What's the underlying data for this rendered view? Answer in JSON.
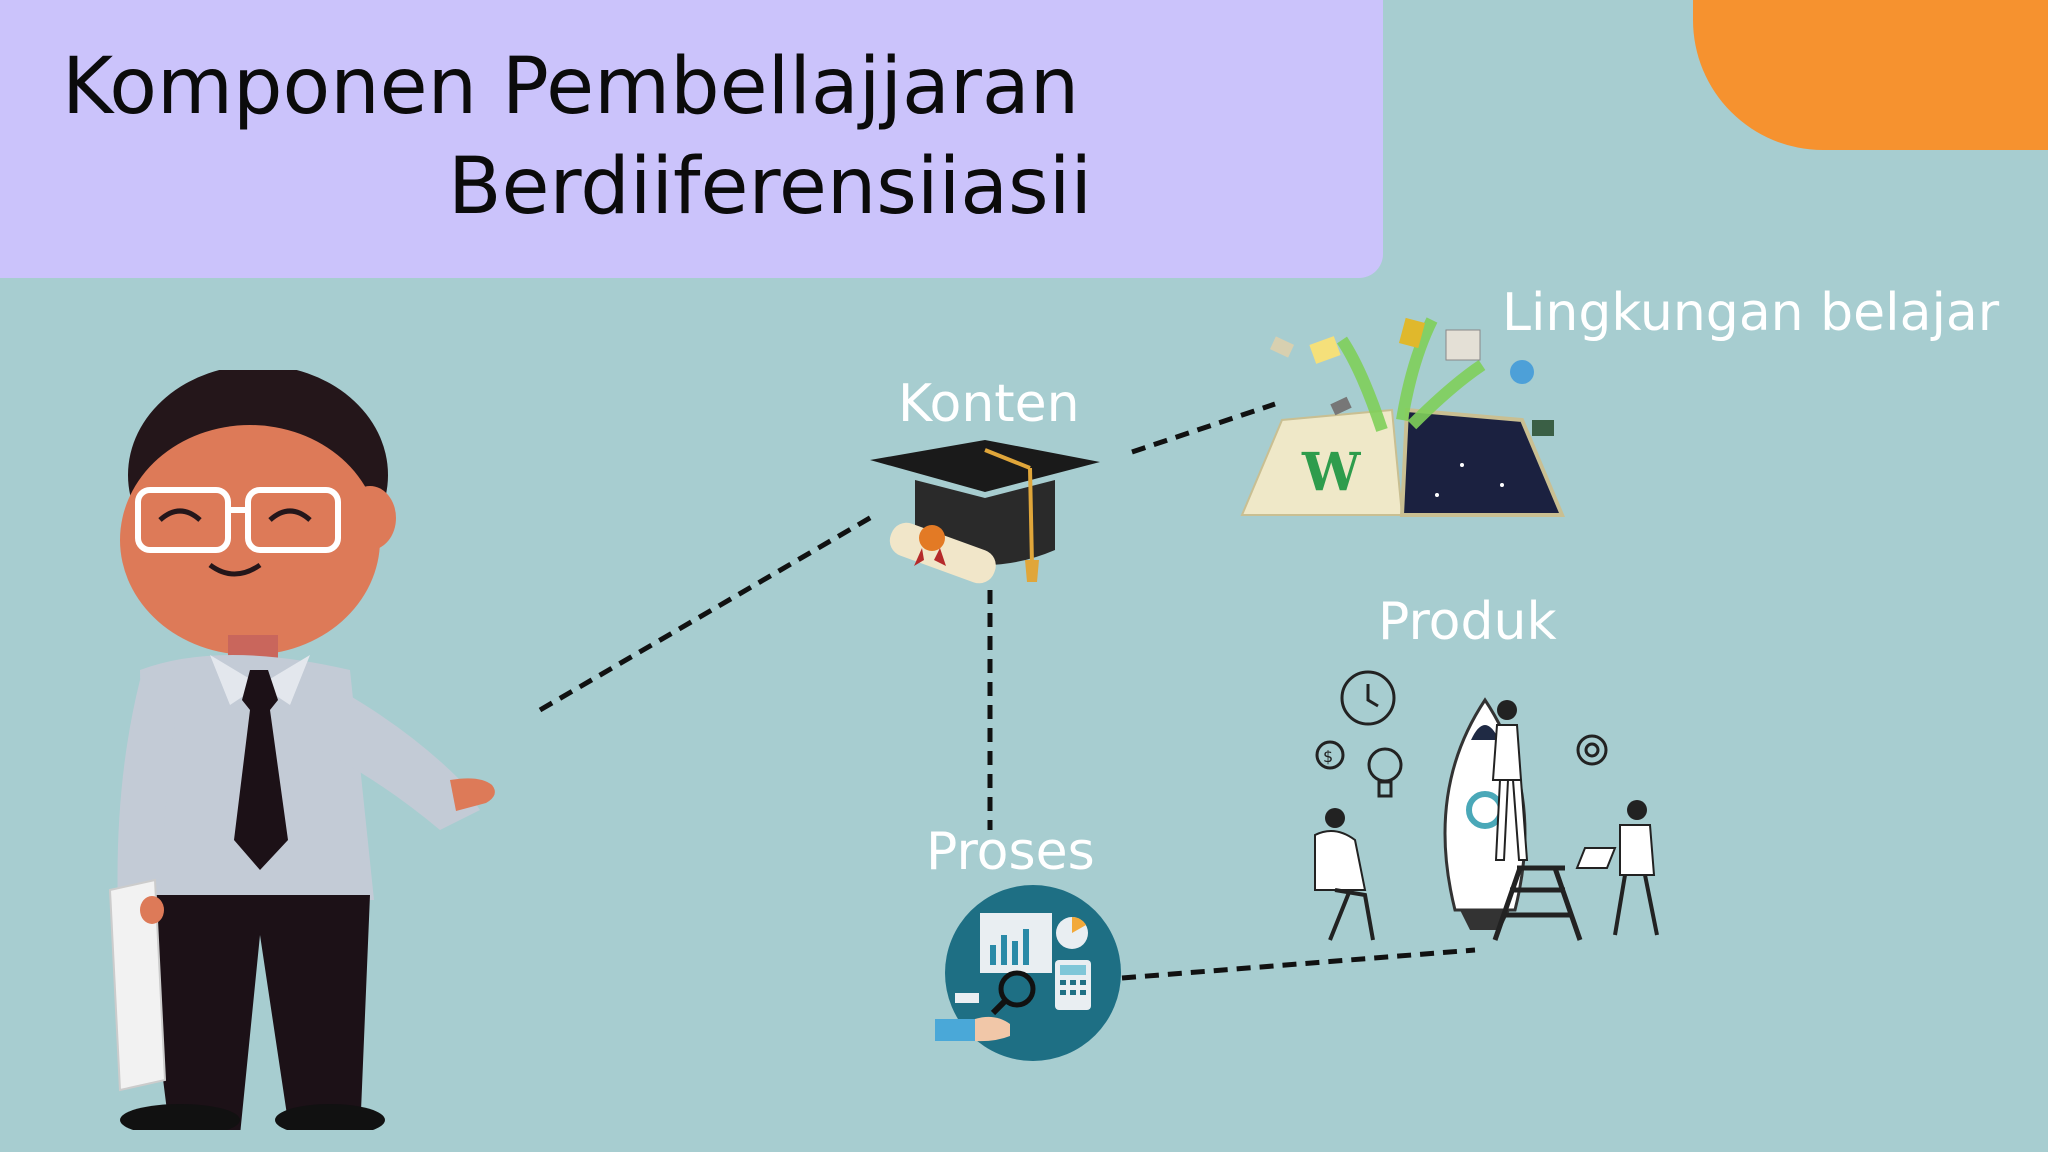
{
  "title": {
    "line1": "Komponen Pembellajjaran",
    "line2": "Berdiiferensiiasii"
  },
  "nodes": {
    "konten": "Konten",
    "lingkungan": "Lingkungan belajar",
    "produk": "Produk",
    "proses": "Proses"
  },
  "icons": [
    "teacher-figure",
    "graduation-cap-icon",
    "open-book-icon",
    "rocket-team-icon",
    "analytics-circle-icon"
  ],
  "colors": {
    "background": "#a7cdd0",
    "title_panel": "#cbc3fb",
    "accent": "#f6922f"
  }
}
